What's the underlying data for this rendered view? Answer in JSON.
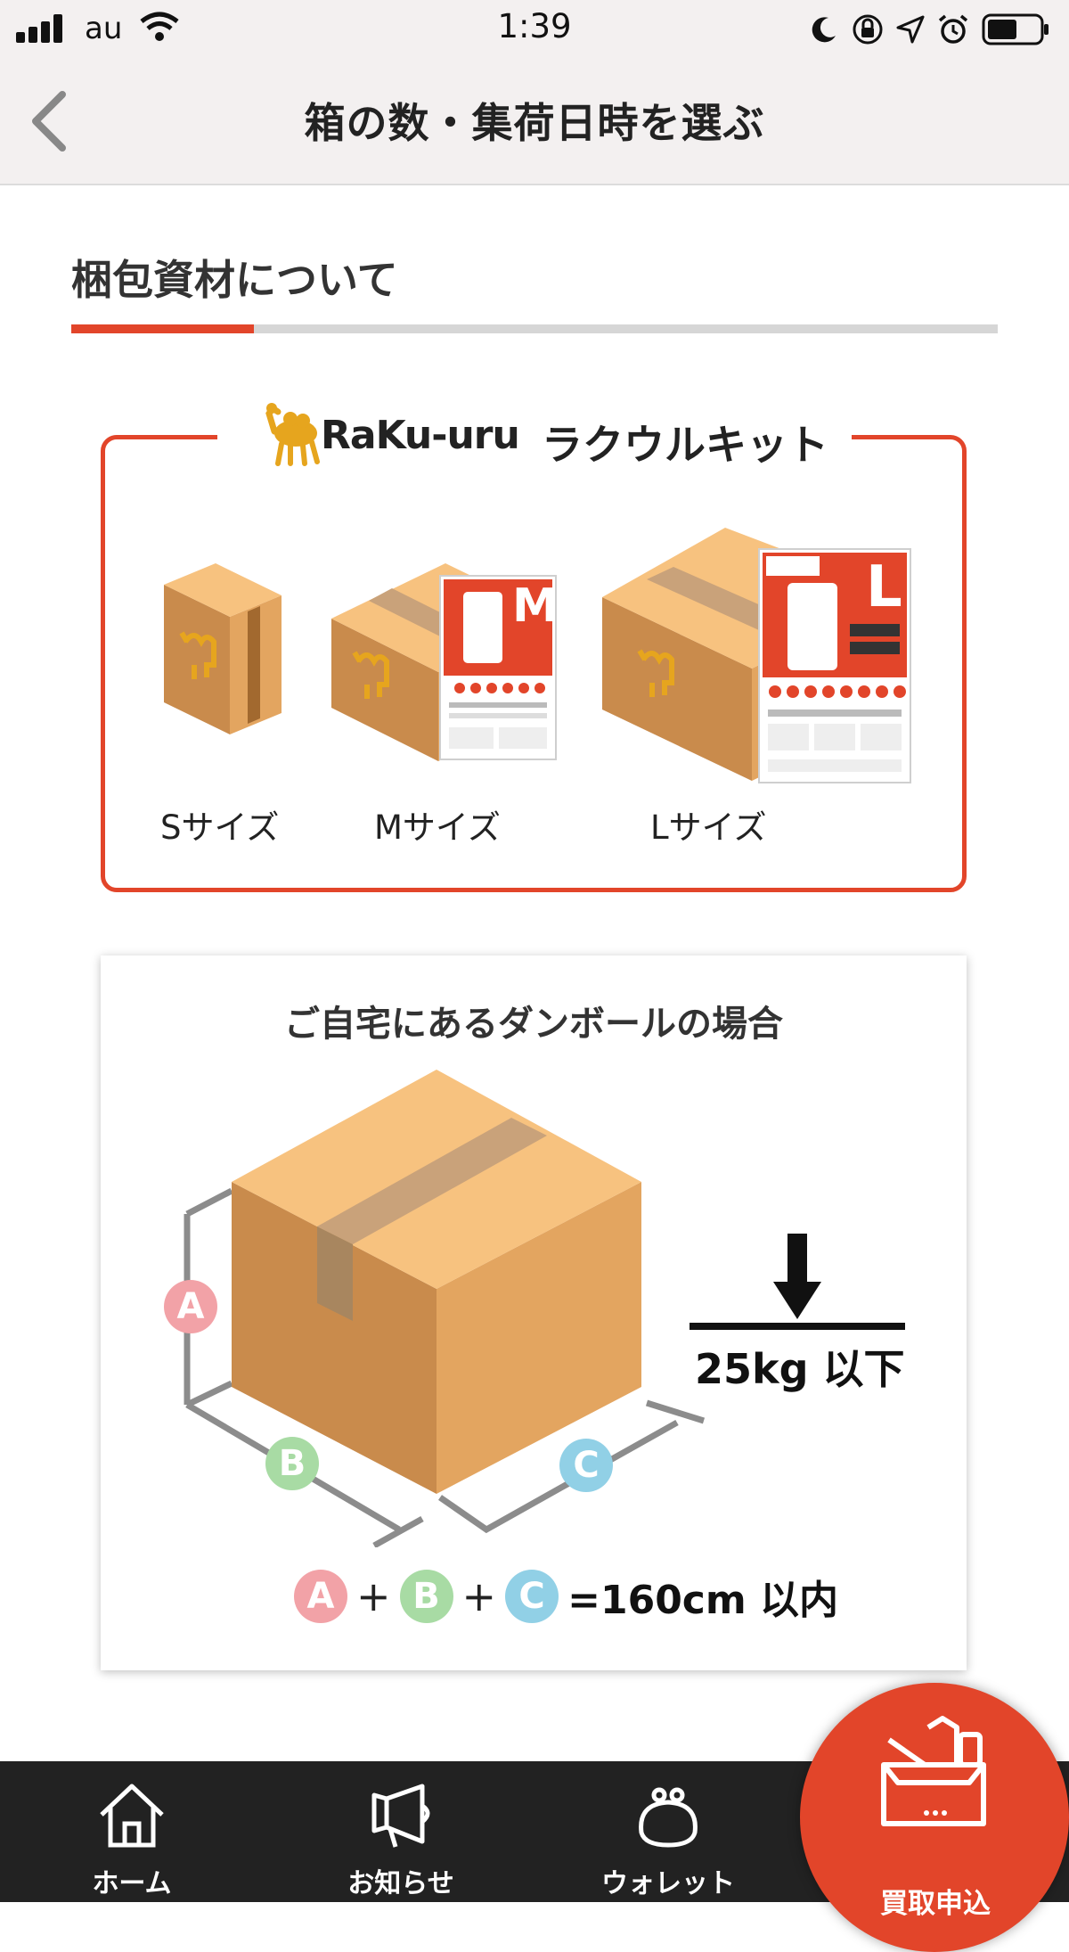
{
  "status_bar": {
    "carrier": "au",
    "time": "1:39"
  },
  "nav": {
    "title": "箱の数・集荷日時を選ぶ"
  },
  "section": {
    "title": "梱包資材について"
  },
  "kit": {
    "brand_name": "RaKu-uru",
    "title": "ラクウルキット",
    "sizes": [
      {
        "label": "Sサイズ"
      },
      {
        "label": "Mサイズ",
        "badge": "M"
      },
      {
        "label": "Lサイズ",
        "badge": "L"
      }
    ]
  },
  "home_box": {
    "title": "ご自宅にあるダンボールの場合",
    "dim_a": "A",
    "dim_b": "B",
    "dim_c": "C",
    "weight_limit": "25kg 以下",
    "formula_plus": "+",
    "formula_result": "=160cm 以内"
  },
  "tabbar": {
    "home": "ホーム",
    "news": "お知らせ",
    "wallet": "ウォレット",
    "apply": "買取申込"
  },
  "colors": {
    "accent": "#e2452a",
    "tabbar": "#222222",
    "box_light": "#f7c27f",
    "box_dark": "#c98b4c"
  }
}
